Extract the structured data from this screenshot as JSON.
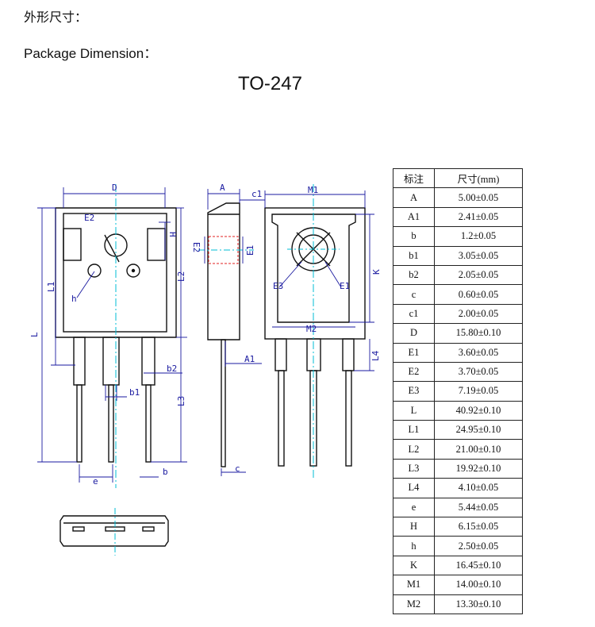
{
  "header": {
    "cn_title": "外形尺寸：",
    "en_title": "Package Dimension：",
    "package_name": "TO-247"
  },
  "drawing": {
    "front_labels": {
      "D": "D",
      "E2": "E2",
      "H": "H",
      "L1": "L1",
      "L2": "L2",
      "L": "L",
      "h": "h",
      "b2": "b2",
      "b1": "b1",
      "L3": "L3",
      "e": "e",
      "b": "b"
    },
    "side_labels": {
      "A": "A",
      "c1": "c1",
      "E2": "E2",
      "E1": "E1",
      "A1": "A1",
      "c": "c"
    },
    "back_labels": {
      "M1": "M1",
      "K": "K",
      "E3": "E3",
      "E1": "E1",
      "M2": "M2",
      "L4": "L4"
    }
  },
  "table": {
    "headers": [
      "标注",
      "尺寸(mm)"
    ],
    "rows": [
      [
        "A",
        "5.00±0.05"
      ],
      [
        "A1",
        "2.41±0.05"
      ],
      [
        "b",
        "1.2±0.05"
      ],
      [
        "b1",
        "3.05±0.05"
      ],
      [
        "b2",
        "2.05±0.05"
      ],
      [
        "c",
        "0.60±0.05"
      ],
      [
        "c1",
        "2.00±0.05"
      ],
      [
        "D",
        "15.80±0.10"
      ],
      [
        "E1",
        "3.60±0.05"
      ],
      [
        "E2",
        "3.70±0.05"
      ],
      [
        "E3",
        "7.19±0.05"
      ],
      [
        "L",
        "40.92±0.10"
      ],
      [
        "L1",
        "24.95±0.10"
      ],
      [
        "L2",
        "21.00±0.10"
      ],
      [
        "L3",
        "19.92±0.10"
      ],
      [
        "L4",
        "4.10±0.05"
      ],
      [
        "e",
        "5.44±0.05"
      ],
      [
        "H",
        "6.15±0.05"
      ],
      [
        "h",
        "2.50±0.05"
      ],
      [
        "K",
        "16.45±0.10"
      ],
      [
        "M1",
        "14.00±0.10"
      ],
      [
        "M2",
        "13.30±0.10"
      ]
    ]
  },
  "colors": {
    "outline": "#111111",
    "dimension": "#1a1aa0",
    "centerline": "#00bcd4",
    "hidden": "#e02020"
  }
}
